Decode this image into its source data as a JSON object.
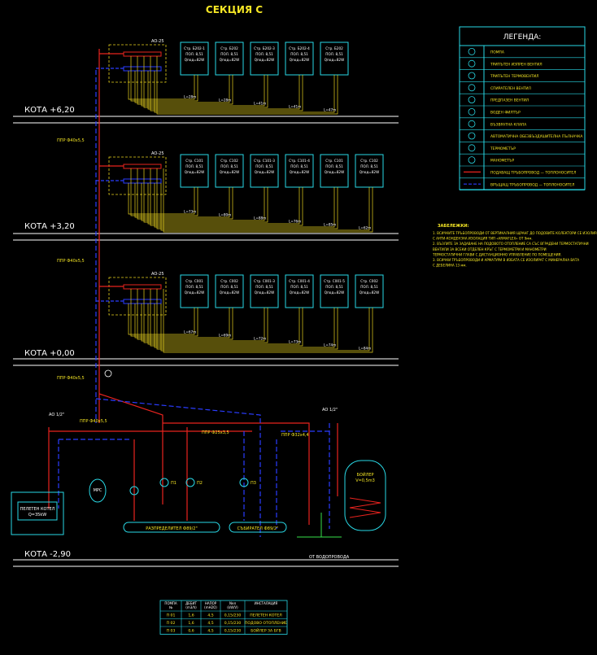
{
  "title": "СЕКЦИЯ С",
  "levels": [
    "КОТА   +6,20",
    "КОТА   +3,20",
    "КОТА   +0,00",
    "КОТА   -2,90"
  ],
  "legend": {
    "header": "ЛЕГЕНДА:",
    "items": [
      "ПОМПА",
      "ТРИПЪТЕН ИЗПРЕН ВЕНТИЛ",
      "ТРИПЪТЕН ТЕРМОВЕНТИЛ",
      "СПИРАТЕЛЕН ВЕНТИЛ",
      "ПРЕДПАЗЕН ВЕНТИЛ",
      "ВОДЕН ФИЛТЪР",
      "ВЪЗВРАТНА КЛАПА",
      "АВТОМАТИЧНА ОБЕЗВЪЗДУШИТЕЛНА ПЪЛНАЧКА",
      "ТЕРМОМЕТЪР",
      "МАНОМЕТЪР",
      "ПОДАВАЩ ТРЪБОПРОВОД — ТОПЛОНОСИТЕЛ",
      "ВРЪЩАЩ ТРЪБОПРОВОД — ТОПЛОНОСИТЕЛ"
    ],
    "colors": {
      "supply": "#e8231e",
      "return": "#2a3cff",
      "frame": "#29d9e6"
    }
  },
  "notes": {
    "heading": "ЗАБЕЛЕЖКИ:",
    "lines": [
      "1. ВСИЧКИТЕ ТРЪБОПРОВОДИ ОТ ВЕРТИКАЛНИЯ ЩРАНГ ДО ПОДОВИТЕ КОЛЕКТОРИ СЕ ИЗОЛИРАТ",
      "   С АНТИ-КОНДЕНЗНА ИЗОЛАЦИЯ ТИП «ARMAFLEX» ОТ 9мм.",
      "2. ВЪЗЛИТЕ ЗА ЗАДАВАНЕ НА ПОДОВОТО ОТОПЛЕНИЕ СА СЪС ВГРАДЕНИ ТЕРМОСТАТИЧНИ",
      "   ВЕНТИЛИ ЗА ВСЕКИ ОТДЕЛЕН КРЪГ С ТЕРМОМЕТРИ И МАНОМЕТРИ",
      "   ТЕРМОСТАТИЧНИ ГЛАВИ С ДИСТАНЦИОННО УПРАВЛЕНИЕ ПО ПОМЕЩЕНИЯ.",
      "3. ВСИЧКИ ТРЪБОПРОВОДИ И АРМАТУРИ В ИЗБАТА СЕ ИЗОЛИРАТ С МИНЕРАЛНА ВАТА",
      "   С ДЕБЕЛИНА 13 мм."
    ]
  },
  "table": {
    "headers": [
      "ПОМПА №",
      "ДЕБИТ (m3/h)",
      "НАПОР (mН2О)",
      "Nел (kW/V)",
      "ИНСТАЛАЦИЯ"
    ],
    "rows": [
      [
        "П 01",
        "1,6",
        "4,5",
        "0,15/230",
        "ПЕЛЕТЕН КОТЕЛ"
      ],
      [
        "П 02",
        "1,6",
        "4,5",
        "0,15/230",
        "ПОДОВО ОТОПЛЕНИЕ"
      ],
      [
        "П 03",
        "0,6",
        "4,5",
        "0,15/230",
        "БОЙЛЕР ЗА БГВ"
      ]
    ]
  },
  "basement": {
    "boiler_label": [
      "ПЕЛЕТЕН КОТЕЛ",
      "Q=35kW"
    ],
    "tank_label": [
      "БОЙЛЕР",
      "V=0,5m3"
    ],
    "expansion_label": "МРС",
    "manifold_supply": "РАЗПРЕДЕЛИТЕЛ Ф89/2\"",
    "manifold_return": "СЪБИРАТЕЛ Ф89/2\"",
    "water_inlet": "ОТ ВОДОПРОВОДА",
    "air_vents": [
      "АО 1/2\"",
      "АО 1/2\""
    ],
    "pipe_labels": [
      "ППР Ф40х5,5",
      "ППР Ф40х5,5",
      "ППР Ф25х3,5",
      "ППР Ф32х4,4"
    ],
    "pumps": [
      "П1",
      "П2",
      "П3"
    ]
  },
  "floors": [
    {
      "collector": "АО-25",
      "riser": "",
      "rooms": [
        {
          "name": "Стр. Б202-1",
          "area": "ПОЛ. 8,51",
          "q": "Qпод=82W"
        },
        {
          "name": "Стр. Б202",
          "area": "ПОЛ. 8,51",
          "q": "Qпод=82W"
        },
        {
          "name": "Стр. Б202-3",
          "area": "ПОЛ. 8,51",
          "q": "Qпод=82W"
        },
        {
          "name": "Стр. Б202-4",
          "area": "ПОЛ. 8,51",
          "q": "Qпод=82W"
        },
        {
          "name": "Стр. Б202",
          "area": "ПОЛ. 8,51",
          "q": "Qпод=82W"
        }
      ],
      "lengths": [
        "L=28m",
        "L=28m",
        "L=41m",
        "L=41m",
        "L=47m"
      ]
    },
    {
      "collector": "АО-25",
      "riser": "ППР Ф40х5,5",
      "rooms": [
        {
          "name": "Стр. С101",
          "area": "ПОЛ. 8,51",
          "q": "Qпод=82W"
        },
        {
          "name": "Стр. С102",
          "area": "ПОЛ. 8,51",
          "q": "Qпод=82W"
        },
        {
          "name": "Стр. С101-3",
          "area": "ПОЛ. 8,51",
          "q": "Qпод=82W"
        },
        {
          "name": "Стр. С101-4",
          "area": "ПОЛ. 8,51",
          "q": "Qпод=82W"
        },
        {
          "name": "Стр. С101",
          "area": "ПОЛ. 8,51",
          "q": "Qпод=82W"
        },
        {
          "name": "Стр. С102",
          "area": "ПОЛ. 8,51",
          "q": "Qпод=82W"
        }
      ],
      "lengths": [
        "L=73m",
        "L=80m",
        "L=88m",
        "L=76m",
        "L=85m",
        "L=62m"
      ]
    },
    {
      "collector": "АО-25",
      "riser": "ППР Ф40х5,5",
      "rooms": [
        {
          "name": "Стр. С001",
          "area": "ПОЛ. 8,51",
          "q": "Qпод=82W"
        },
        {
          "name": "Стр. С002",
          "area": "ПОЛ. 8,51",
          "q": "Qпод=82W"
        },
        {
          "name": "Стр. С001-3",
          "area": "ПОЛ. 8,51",
          "q": "Qпод=82W"
        },
        {
          "name": "Стр. С001-4",
          "area": "ПОЛ. 8,51",
          "q": "Qпод=82W"
        },
        {
          "name": "Стр. С001-5",
          "area": "ПОЛ. 8,51",
          "q": "Qпод=82W"
        },
        {
          "name": "Стр. С002",
          "area": "ПОЛ. 8,51",
          "q": "Qпод=82W"
        }
      ],
      "lengths": [
        "L=67m",
        "L=69m",
        "L=72m",
        "L=73m",
        "L=74m",
        "L=84m"
      ]
    }
  ]
}
